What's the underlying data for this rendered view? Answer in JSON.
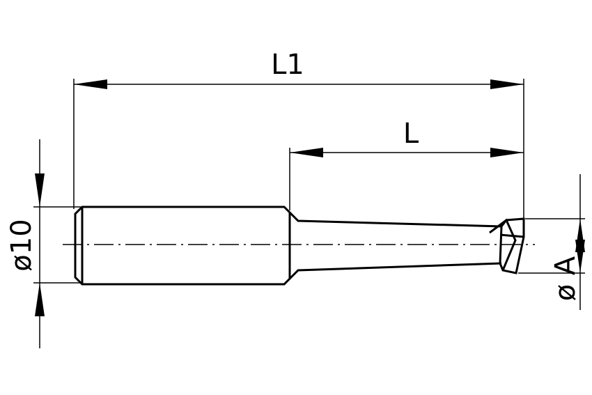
{
  "dimensions": {
    "overall_length": "L1",
    "cutting_length": "L",
    "shank_diameter": "ø10",
    "cutting_diameter": "ø A"
  }
}
